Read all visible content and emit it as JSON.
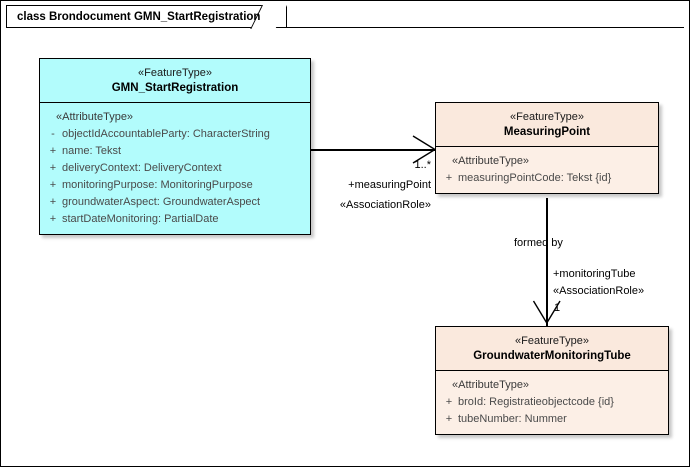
{
  "diagram": {
    "title": "class Brondocument GMN_StartRegistration",
    "background": "#FFFFFF",
    "border_color": "#000000"
  },
  "colors": {
    "cyan_fill": "#B2FCFC",
    "peach_header_fill": "#FAE9DD",
    "peach_body_fill": "#FCEFE6",
    "line": "#000000",
    "attribute_text": "#4A4A4A"
  },
  "classes": [
    {
      "id": "gmn-start-registration",
      "stereotype": "«FeatureType»",
      "name": "GMN_StartRegistration",
      "fill": "cyan",
      "attribute_stereotype": "«AttributeType»",
      "attributes": [
        {
          "visibility": "-",
          "text": "objectIdAccountableParty: CharacterString"
        },
        {
          "visibility": "+",
          "text": "name: Tekst"
        },
        {
          "visibility": "+",
          "text": "deliveryContext: DeliveryContext"
        },
        {
          "visibility": "+",
          "text": "monitoringPurpose: MonitoringPurpose"
        },
        {
          "visibility": "+",
          "text": "groundwaterAspect: GroundwaterAspect"
        },
        {
          "visibility": "+",
          "text": "startDateMonitoring: PartialDate"
        }
      ]
    },
    {
      "id": "measuring-point",
      "stereotype": "«FeatureType»",
      "name": "MeasuringPoint",
      "fill": "peach",
      "attribute_stereotype": "«AttributeType»",
      "attributes": [
        {
          "visibility": "+",
          "text": "measuringPointCode: Tekst {id}"
        }
      ]
    },
    {
      "id": "groundwater-monitoring-tube",
      "stereotype": "«FeatureType»",
      "name": "GroundwaterMonitoringTube",
      "fill": "peach",
      "attribute_stereotype": "«AttributeType»",
      "attributes": [
        {
          "visibility": "+",
          "text": "broId: Registratieobjectcode {id}"
        },
        {
          "visibility": "+",
          "text": "tubeNumber: Nummer"
        }
      ]
    }
  ],
  "associations": [
    {
      "id": "gmn-to-measuringpoint",
      "source": "GMN_StartRegistration",
      "target": "MeasuringPoint",
      "multiplicity": "1..*",
      "role": "+measuringPoint",
      "stereotype": "«AssociationRole»",
      "name": ""
    },
    {
      "id": "measuringpoint-to-tube",
      "source": "MeasuringPoint",
      "target": "GroundwaterMonitoringTube",
      "multiplicity": "1",
      "role": "+monitoringTube",
      "stereotype": "«AssociationRole»",
      "name": "formed by"
    }
  ]
}
